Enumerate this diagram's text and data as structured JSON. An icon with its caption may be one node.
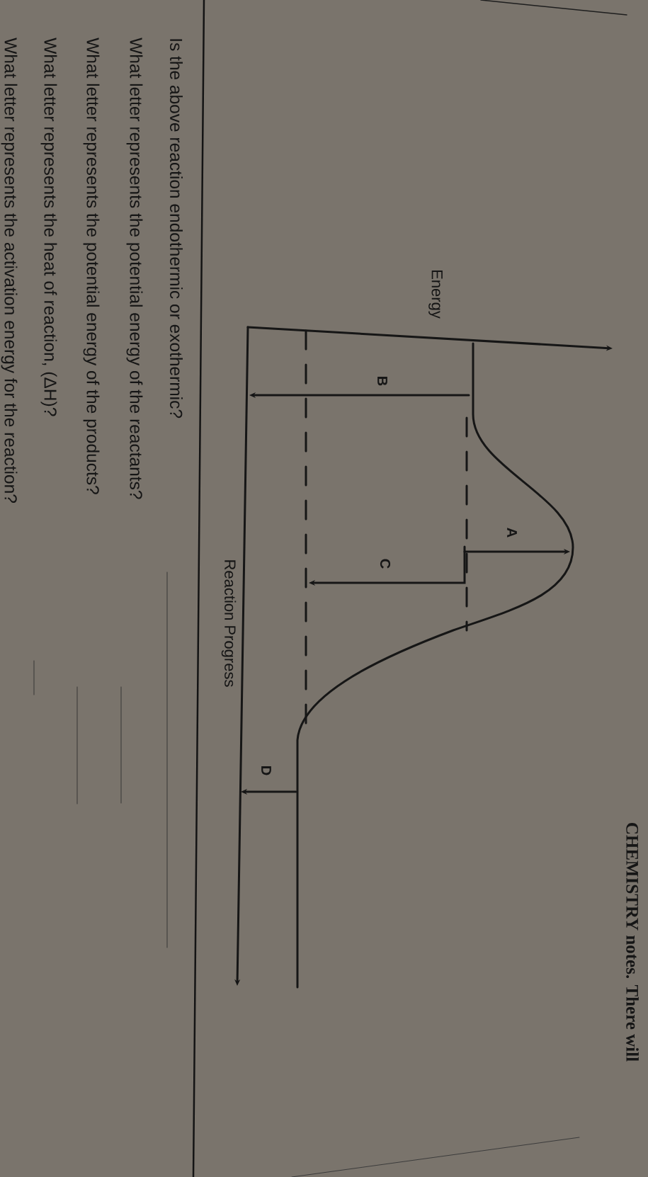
{
  "diagram": {
    "labels": [
      "CHEMISTRY notes. There will",
      "Energy",
      "B",
      "A",
      "C",
      "D",
      "Reaction Progress",
      "Is the above reaction endothermic or exothermic?",
      "What letter represents the potential energy of the reactants?",
      "What letter represents the potential energy of the products?",
      "What letter represents the heat of reaction, (ΔH)?",
      "What letter represents the activation energy for the reaction?"
    ]
  }
}
